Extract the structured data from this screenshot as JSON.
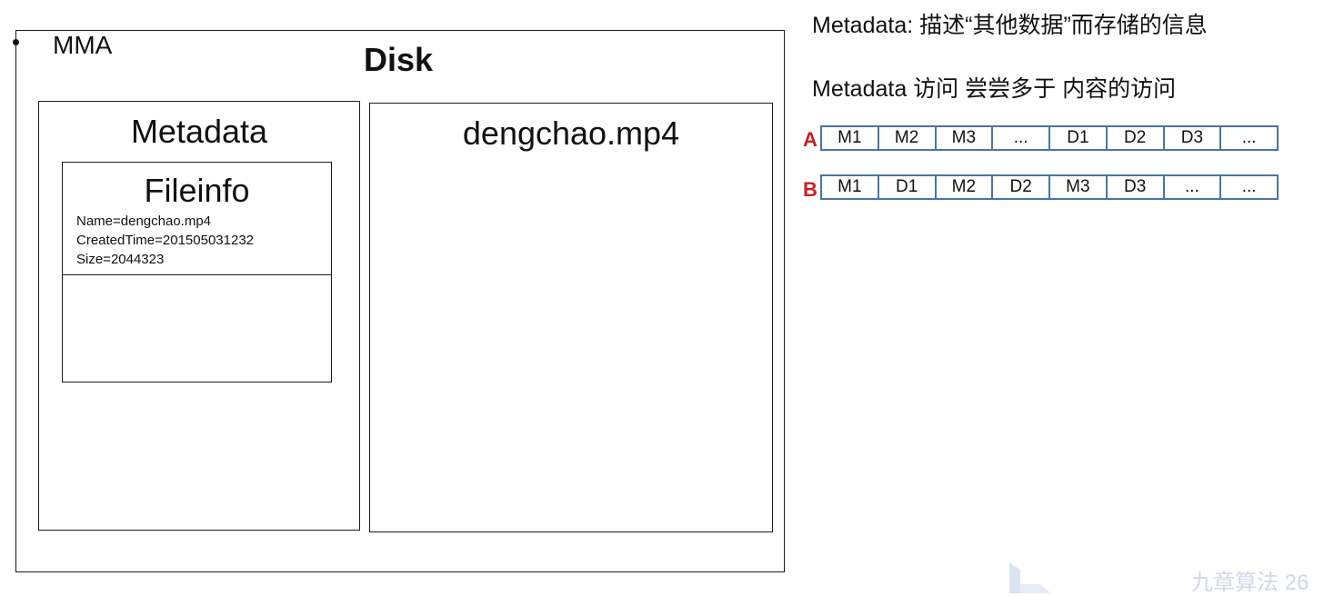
{
  "diagram": {
    "disk_label": "Disk",
    "bullet_label": "MMA",
    "metadata_label": "Metadata",
    "fileinfo": {
      "title": "Fileinfo",
      "name": "Name=dengchao.mp4",
      "created": "CreatedTime=201505031232",
      "size": "Size=2044323"
    },
    "file_label": "dengchao.mp4"
  },
  "notes": {
    "line1": "Metadata: 描述“其他数据”而存储的信息",
    "line2": "Metadata 访问 尝尝多于 内容的访问"
  },
  "layouts": {
    "a": {
      "label": "A",
      "cells": [
        "M1",
        "M2",
        "M3",
        "...",
        "D1",
        "D2",
        "D3",
        "..."
      ]
    },
    "b": {
      "label": "B",
      "cells": [
        "M1",
        "D1",
        "M2",
        "D2",
        "M3",
        "D3",
        "...",
        "..."
      ]
    }
  },
  "colors": {
    "row_label": "#cc1f1f",
    "cell_border": "#4a74a4"
  },
  "watermark": {
    "text": "九章算法 26"
  }
}
